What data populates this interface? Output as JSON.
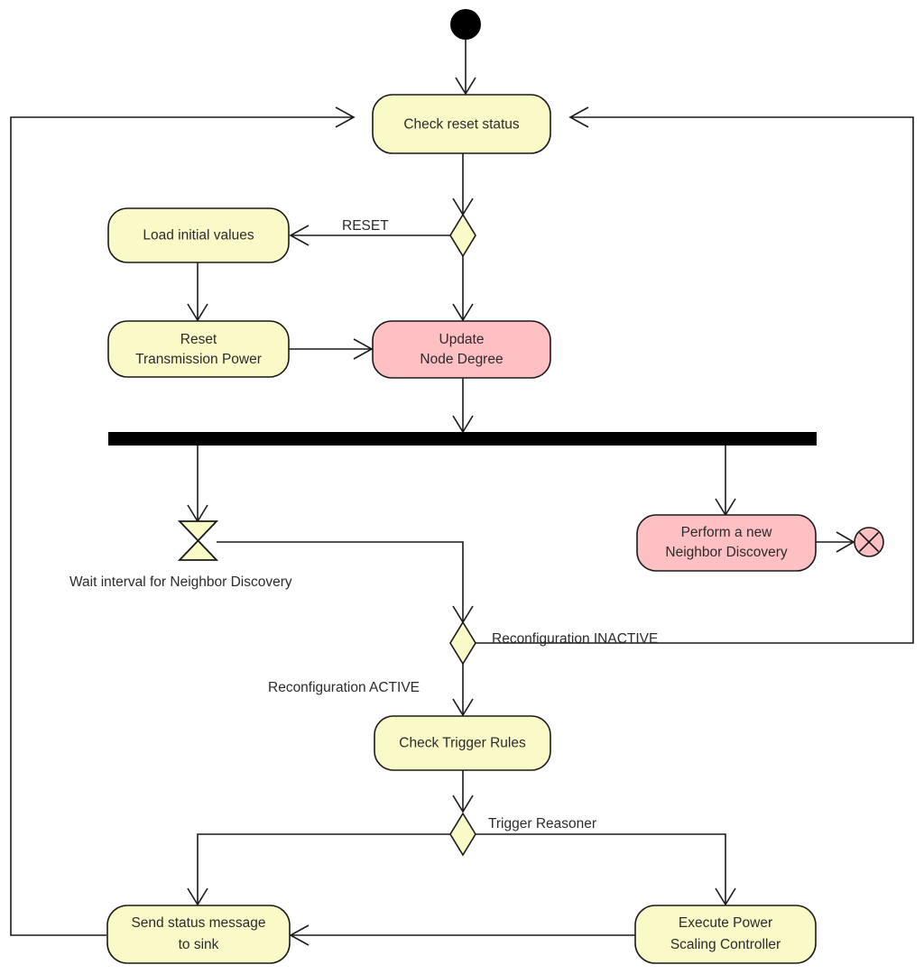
{
  "diagram": {
    "kind": "uml-activity-diagram",
    "title": "Check reset status activity flow",
    "colors": {
      "activity_yellow": "#FAFAC8",
      "activity_pink": "#FFC0C4",
      "stroke": "#1A1A1A",
      "fork_bar": "#000000",
      "background": "#FFFFFF",
      "text": "#2B2B2B"
    },
    "nodes": [
      {
        "id": "initial",
        "type": "initial-node",
        "label": ""
      },
      {
        "id": "check-reset",
        "type": "activity",
        "label": "Check reset status",
        "fill": "yellow",
        "lines": [
          "Check reset status"
        ]
      },
      {
        "id": "decision-reset",
        "type": "decision",
        "label": ""
      },
      {
        "id": "load-initial",
        "type": "activity",
        "label": "Load initial values",
        "fill": "yellow",
        "lines": [
          "Load initial values"
        ]
      },
      {
        "id": "reset-power",
        "type": "activity",
        "label": "Reset Transmission Power",
        "fill": "yellow",
        "lines": [
          "Reset",
          "Transmission Power"
        ]
      },
      {
        "id": "update-degree",
        "type": "activity",
        "label": "Update Node Degree",
        "fill": "pink",
        "lines": [
          "Update",
          "Node Degree"
        ]
      },
      {
        "id": "fork",
        "type": "fork-bar",
        "label": ""
      },
      {
        "id": "wait-timer",
        "type": "time-event",
        "label": "Wait interval for Neighbor Discovery"
      },
      {
        "id": "perform-nd",
        "type": "activity",
        "label": "Perform a new Neighbor Discovery",
        "fill": "pink",
        "lines": [
          "Perform a new",
          "Neighbor Discovery"
        ]
      },
      {
        "id": "flow-final",
        "type": "flow-final",
        "label": ""
      },
      {
        "id": "decision-recfg",
        "type": "decision",
        "label": ""
      },
      {
        "id": "check-trigger",
        "type": "activity",
        "label": "Check Trigger Rules",
        "fill": "yellow",
        "lines": [
          "Check Trigger Rules"
        ]
      },
      {
        "id": "decision-trig",
        "type": "decision",
        "label": ""
      },
      {
        "id": "send-status",
        "type": "activity",
        "label": "Send status message to sink",
        "fill": "yellow",
        "lines": [
          "Send status message",
          "to sink"
        ]
      },
      {
        "id": "execute-power",
        "type": "activity",
        "label": "Execute Power Scaling Controller",
        "fill": "yellow",
        "lines": [
          "Execute Power",
          "Scaling Controller"
        ]
      }
    ],
    "labels": {
      "check_reset_status": "Check reset status",
      "load_initial_values": "Load initial values",
      "reset_l1": "Reset",
      "reset_l2": "Transmission Power",
      "update_l1": "Update",
      "update_l2": "Node Degree",
      "perform_l1": "Perform a new",
      "perform_l2": "Neighbor Discovery",
      "check_trigger_rules": "Check Trigger Rules",
      "send_status_l1": "Send status message",
      "send_status_l2": "to sink",
      "execute_power_l1": "Execute Power",
      "execute_power_l2": "Scaling Controller",
      "wait_interval": "Wait interval for Neighbor Discovery"
    },
    "edge_labels": {
      "reset": "RESET",
      "reconfiguration_inactive": "Reconfiguration INACTIVE",
      "reconfiguration_active": "Reconfiguration ACTIVE",
      "trigger_reasoner": "Trigger Reasoner"
    },
    "edges": [
      {
        "from": "initial",
        "to": "check-reset",
        "label": ""
      },
      {
        "from": "check-reset",
        "to": "decision-reset",
        "label": ""
      },
      {
        "from": "decision-reset",
        "to": "load-initial",
        "label": "RESET"
      },
      {
        "from": "decision-reset",
        "to": "update-degree",
        "label": ""
      },
      {
        "from": "load-initial",
        "to": "reset-power",
        "label": ""
      },
      {
        "from": "reset-power",
        "to": "update-degree",
        "label": ""
      },
      {
        "from": "update-degree",
        "to": "fork",
        "label": ""
      },
      {
        "from": "fork",
        "to": "wait-timer",
        "label": ""
      },
      {
        "from": "fork",
        "to": "perform-nd",
        "label": ""
      },
      {
        "from": "perform-nd",
        "to": "flow-final",
        "label": ""
      },
      {
        "from": "wait-timer",
        "to": "decision-recfg",
        "label": ""
      },
      {
        "from": "decision-recfg",
        "to": "check-reset",
        "label": "Reconfiguration INACTIVE"
      },
      {
        "from": "decision-recfg",
        "to": "check-trigger",
        "label": "Reconfiguration ACTIVE"
      },
      {
        "from": "check-trigger",
        "to": "decision-trig",
        "label": ""
      },
      {
        "from": "decision-trig",
        "to": "send-status",
        "label": ""
      },
      {
        "from": "decision-trig",
        "to": "execute-power",
        "label": "Trigger Reasoner"
      },
      {
        "from": "execute-power",
        "to": "send-status",
        "label": ""
      },
      {
        "from": "send-status",
        "to": "check-reset",
        "label": ""
      }
    ]
  }
}
